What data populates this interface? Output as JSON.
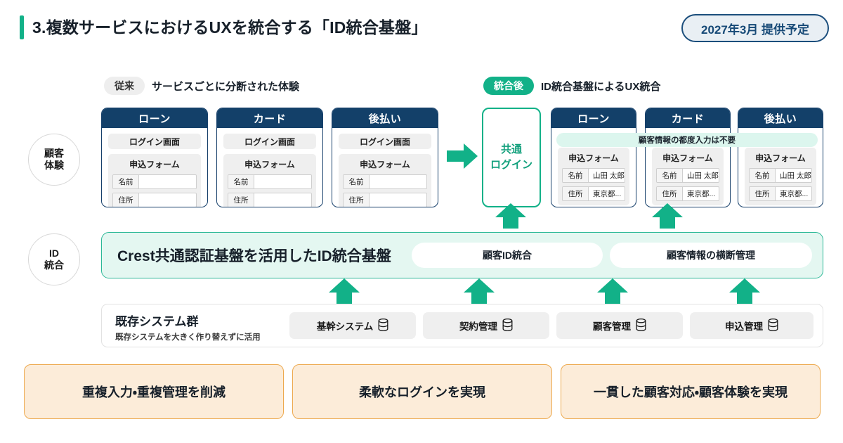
{
  "header": {
    "title": "3.複数サービスにおけるUXを統合する「ID統合基盤」",
    "badge": "2027年3月 提供予定"
  },
  "sections": {
    "before": {
      "tag": "従来",
      "caption": "サービスごとに分断された体験"
    },
    "after": {
      "tag": "統合後",
      "caption": "ID統合基盤によるUX統合"
    }
  },
  "row_labels": {
    "cx": {
      "line1": "顧客",
      "line2": "体験"
    },
    "id": {
      "line1": "ID",
      "line2": "統合"
    }
  },
  "labels": {
    "login_screen": "ログイン画面",
    "apply_form": "申込フォーム",
    "field_name": "名前",
    "field_address": "住所",
    "empty_value": "",
    "value_name": "山田 太郎",
    "value_address": "東京都..."
  },
  "before_cards": [
    {
      "title": "ローン"
    },
    {
      "title": "カード"
    },
    {
      "title": "後払い"
    }
  ],
  "unified_login": {
    "line1": "共通",
    "line2": "ログイン"
  },
  "after_banner": "顧客情報の都度入力は不要",
  "after_cards": [
    {
      "title": "ローン"
    },
    {
      "title": "カード"
    },
    {
      "title": "後払い"
    }
  ],
  "id_band": {
    "title": "Crest共通認証基盤を活用したID統合基盤",
    "capsules": [
      "顧客ID統合",
      "顧客情報の横断管理"
    ]
  },
  "existing_systems": {
    "title": "既存システム群",
    "subtitle": "既存システムを大きく作り替えずに活用",
    "items": [
      "基幹システム",
      "契約管理",
      "顧客管理",
      "申込管理"
    ],
    "icon": "database-icon"
  },
  "benefits": [
    "重複入力・重複管理を削減",
    "柔軟なログインを実現",
    "一貫した顧客対応・顧客体験を実現"
  ],
  "colors": {
    "green": "#12b188",
    "green_light": "#e4f7f1",
    "navy": "#134069",
    "navy_border": "#17406b",
    "orange_border": "#eda94e",
    "orange_bg": "#fcecd9",
    "badge_border": "#1b4e7c"
  }
}
